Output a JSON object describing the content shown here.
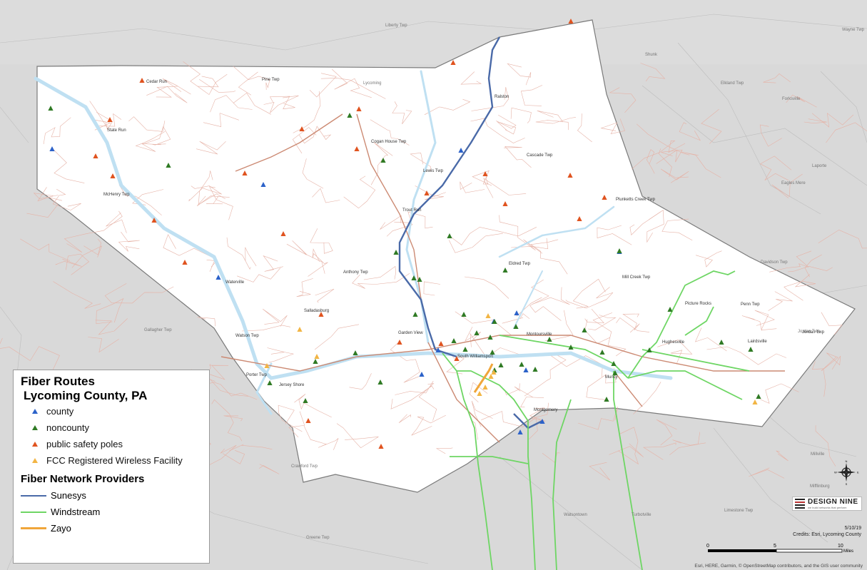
{
  "legend": {
    "title_line1": "Fiber Routes",
    "title_line2": "Lycoming County, PA",
    "points": [
      {
        "label": "county",
        "color": "#2c62c9"
      },
      {
        "label": "noncounty",
        "color": "#2f7a24"
      },
      {
        "label": "public safety poles",
        "color": "#e0531f"
      },
      {
        "label": "FCC Registered Wireless Facility",
        "color": "#f2b544"
      }
    ],
    "providers_title": "Fiber Network Providers",
    "providers": [
      {
        "label": "Sunesys",
        "color": "#4a6aa8"
      },
      {
        "label": "Windstream",
        "color": "#6ed664"
      },
      {
        "label": "Zayo",
        "color": "#f0a63a"
      }
    ]
  },
  "brand": {
    "name": "DESIGN NINE",
    "tagline": "we build networks that perform"
  },
  "map_meta": {
    "date": "5/10/19",
    "credits": "Credits: Esri, Lycoming County",
    "attribution": "Esri, HERE, Garmin, © OpenStreetMap contributors, and the GIS user community"
  },
  "compass": {
    "n": "N",
    "s": "S",
    "e": "E",
    "w": "W"
  },
  "scale": {
    "ticks": [
      "0",
      "5",
      "10"
    ],
    "unit": "Miles"
  },
  "town_labels": [
    "Cedar Run",
    "Pine Twp",
    "Cogan House Twp",
    "Ralston",
    "Lewis Twp",
    "Cascade Twp",
    "State Run",
    "McHenry Twp",
    "Waterville",
    "Anthony Twp",
    "Salladasburg",
    "Trout Run",
    "Plunketts Creek Twp",
    "Eldred Twp",
    "Mill Creek Twp",
    "Picture Rocks",
    "Penn Twp",
    "Watson Twp",
    "Garden View",
    "Montoursville",
    "Hughesville",
    "Lairdsville",
    "Jordan Twp",
    "Porter Twp",
    "Jersey Shore",
    "South Williamsport",
    "Muncy",
    "Montgomery",
    "Crawford Twp",
    "Lycoming",
    "Liberty Twp",
    "Elkland Twp",
    "Shunk",
    "Forksville",
    "Eagles Mere",
    "Laporte",
    "Davidson Twp",
    "Jordan Twp",
    "Millville",
    "Turbotville",
    "Watsontown",
    "Mifflinburg",
    "Limestone Twp",
    "Gallagher Twp",
    "Greene Twp",
    "Wayne Twp"
  ],
  "colors": {
    "county_fill": "#ffffff",
    "background": "#d9d9d9",
    "roads": "#e6b2a6",
    "water": "#bfe0f2"
  }
}
